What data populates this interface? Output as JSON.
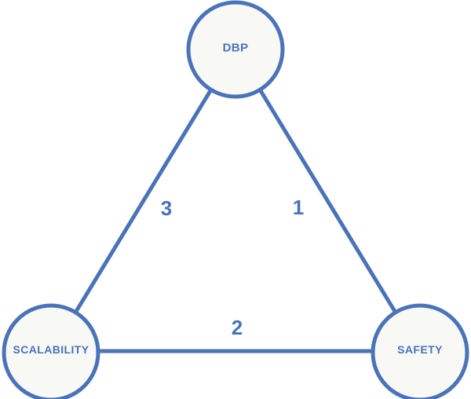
{
  "diagram": {
    "nodes": [
      {
        "id": "dbp",
        "label": "DBP"
      },
      {
        "id": "scalability",
        "label": "SCALABILITY"
      },
      {
        "id": "safety",
        "label": "SAFETY"
      }
    ],
    "edges": [
      {
        "from": "DBP",
        "to": "SCALABILITY",
        "weight": "3"
      },
      {
        "from": "DBP",
        "to": "SAFETY",
        "weight": "1"
      },
      {
        "from": "SCALABILITY",
        "to": "SAFETY",
        "weight": "2"
      }
    ]
  },
  "theme": {
    "accent": "#4a73b8",
    "node_fill": "#f8f8f5",
    "background": "#ffffff"
  }
}
